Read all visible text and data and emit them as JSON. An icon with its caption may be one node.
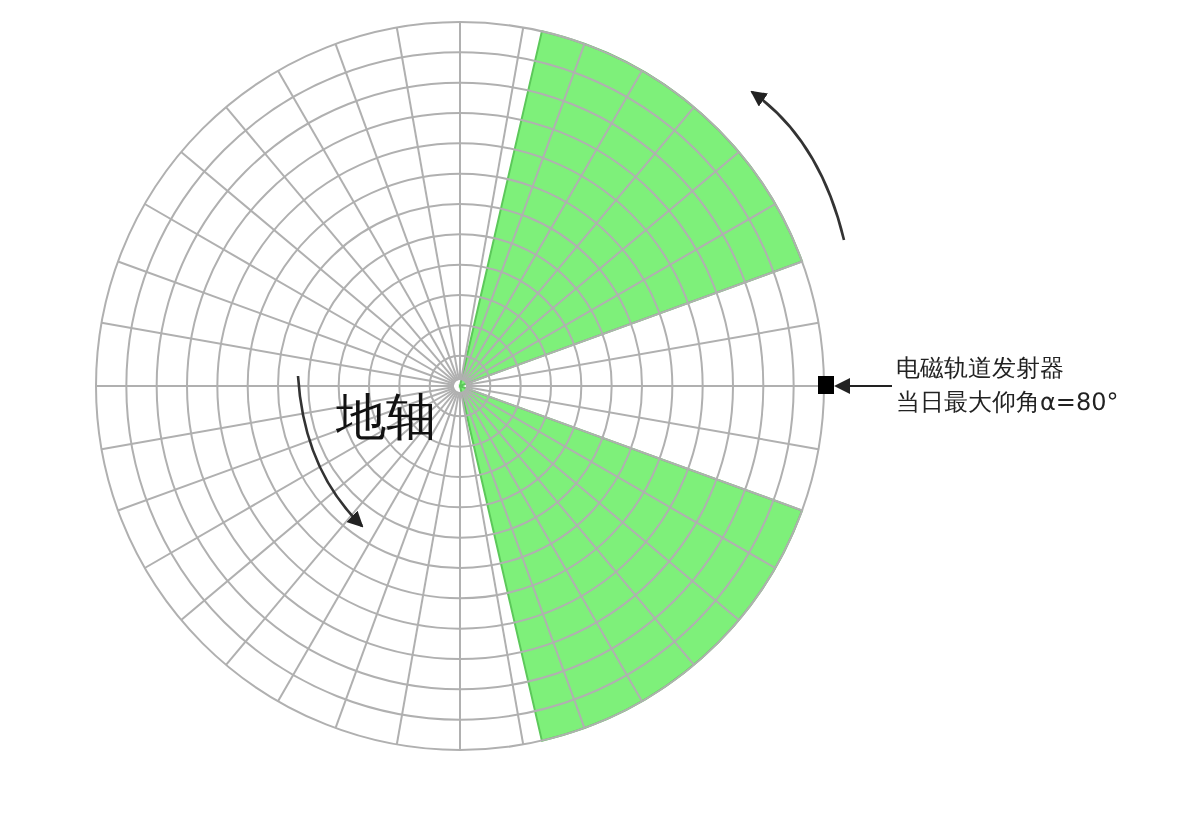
{
  "diagram": {
    "nodes": [
      {
        "text": [
          "电磁轨道发射器",
          "当日最大仰角α=80°"
        ]
      },
      {
        "text": [],
        "shape": "box"
      }
    ],
    "edges": [
      {
        "from": 0,
        "to": 1,
        "arrow": "to"
      }
    ],
    "labels": [
      "地轴"
    ]
  }
}
